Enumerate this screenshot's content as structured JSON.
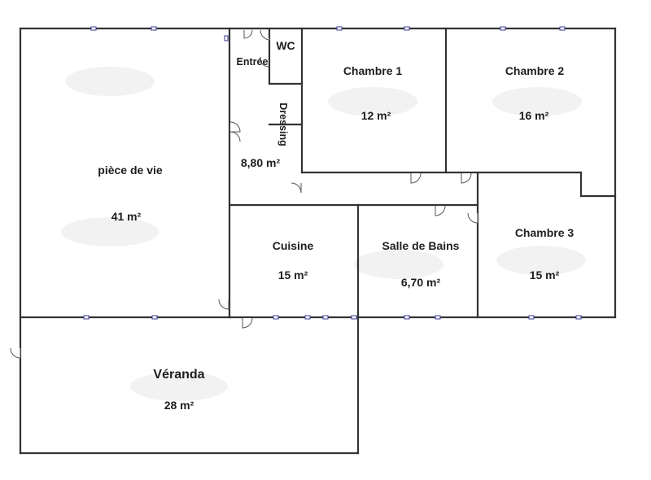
{
  "rooms": {
    "living": {
      "name": "pièce de vie",
      "area": "41 m²"
    },
    "entry": {
      "name": "Entrée"
    },
    "wc": {
      "name": "WC"
    },
    "dressing": {
      "name": "Dressing",
      "area": "8,80 m²"
    },
    "bedroom1": {
      "name": "Chambre 1",
      "area": "12 m²"
    },
    "bedroom2": {
      "name": "Chambre 2",
      "area": "16 m²"
    },
    "bedroom3": {
      "name": "Chambre 3",
      "area": "15 m²"
    },
    "kitchen": {
      "name": "Cuisine",
      "area": "15 m²"
    },
    "bathroom": {
      "name": "Salle de Bains",
      "area": "6,70 m²"
    },
    "veranda": {
      "name": "Véranda",
      "area": "28 m²"
    }
  },
  "colors": {
    "wall": "#333333",
    "window": "#3a3a9a",
    "label": "#1e1e1e"
  }
}
